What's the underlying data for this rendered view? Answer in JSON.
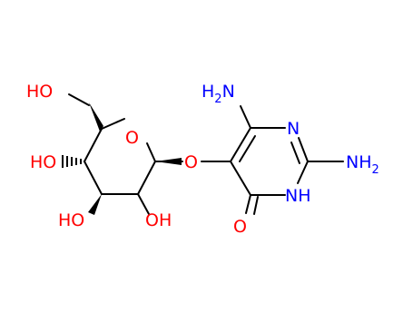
{
  "colors": {
    "bond": "#000000",
    "oxygen": "#ff0000",
    "nitrogen": "#0000ff"
  },
  "labels": {
    "ch2oh_ho": "HO",
    "ring_o": "O",
    "c4_ho": "HO",
    "c3_ho": "HO",
    "c2_oh": "OH",
    "link_o": "O",
    "nh2_top_n": "H",
    "nh2_top_2": "2",
    "nh2_top_n_letter": "N",
    "n_ring_top": "N",
    "nh2_right_n": "N",
    "nh2_right_h": "H",
    "nh2_right_2": "2",
    "nh_ring": "N",
    "nh_ring_h": "H",
    "carbonyl_o": "O"
  }
}
